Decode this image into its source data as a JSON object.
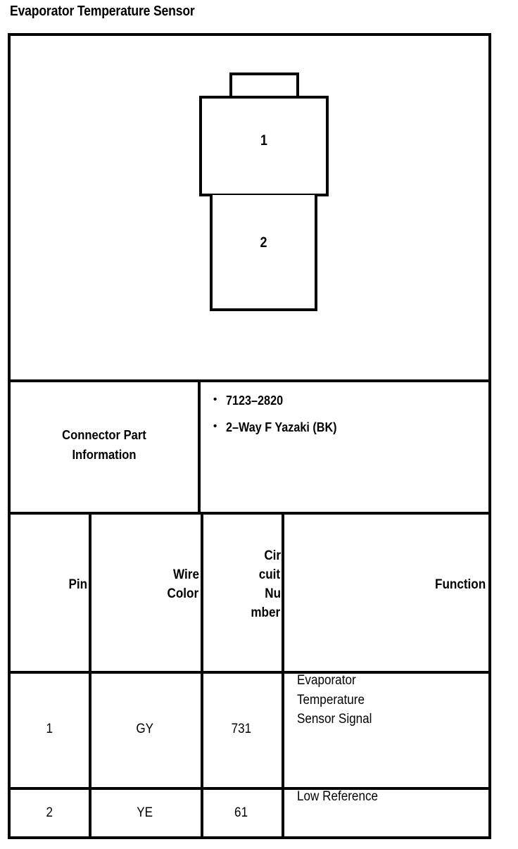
{
  "document": {
    "title": "Evaporator Temperature Sensor"
  },
  "connector_diagram": {
    "cavities": [
      {
        "label": "1"
      },
      {
        "label": "2"
      }
    ]
  },
  "connector_part_information": {
    "label_line_1": "Connector Part",
    "label_line_2": "Information",
    "bullet_glyph": "•",
    "items": [
      "7123–2820",
      "2–Way F Yazaki (BK)"
    ]
  },
  "pin_table": {
    "headers": {
      "pin": [
        "Pin"
      ],
      "wire_color": [
        "Wire",
        "Color"
      ],
      "circuit_number": [
        "Cir",
        "cuit",
        "Nu",
        "mber"
      ],
      "function": [
        "Function"
      ]
    },
    "rows": [
      {
        "pin": "1",
        "wire_color": "GY",
        "circuit_number": "731",
        "function_lines": [
          "Evaporator",
          "Temperature",
          "Sensor Signal"
        ]
      },
      {
        "pin": "2",
        "wire_color": "YE",
        "circuit_number": "61",
        "function_lines": [
          "Low Reference"
        ]
      }
    ]
  }
}
